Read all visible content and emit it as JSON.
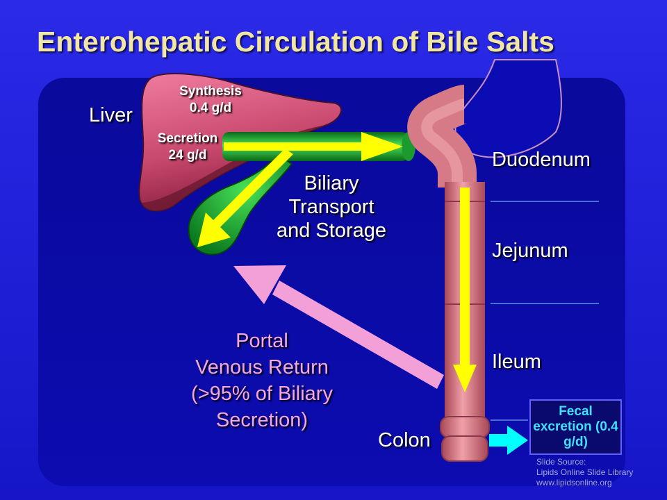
{
  "title": "Enterohepatic Circulation of Bile Salts",
  "labels": {
    "liver": "Liver",
    "synthesis": "Synthesis",
    "synthesis_rate": "0.4 g/d",
    "secretion": "Secretion",
    "secretion_rate": "24 g/d",
    "biliary_line1": "Biliary",
    "biliary_line2": "Transport",
    "biliary_line3": "and Storage",
    "duodenum": "Duodenum",
    "jejunum": "Jejunum",
    "ileum": "Ileum",
    "colon": "Colon",
    "portal_line1": "Portal",
    "portal_line2": "Venous Return",
    "portal_line3": "(>95% of Biliary",
    "portal_line4": "Secretion)",
    "fecal": "Fecal excretion (0.4 g/d)"
  },
  "source": {
    "line1": "Slide Source:",
    "line2": "Lipids Online Slide Library",
    "line3": "www.lipidsonline.org"
  },
  "colors": {
    "background": "#1a1ad6",
    "panel": "#0a0a9c",
    "title": "#f2e6a6",
    "liver": "#d4507a",
    "duct": "#2bbf3a",
    "intestine": "#e2808c",
    "flow_arrow": "#ffff00",
    "portal_arrow": "#f4a0d8",
    "fecal_arrow": "#00ffff",
    "fecal_text": "#40e0ff"
  }
}
